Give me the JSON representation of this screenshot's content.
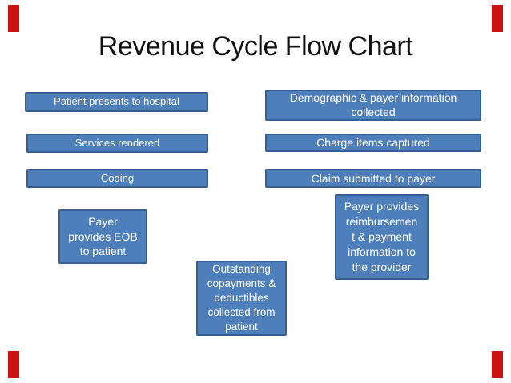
{
  "slide": {
    "title": "Revenue Cycle Flow Chart"
  },
  "theme": {
    "accent_red": "#cb1212",
    "box_fill": "#4e7fba",
    "box_border": "#365f91",
    "box_text": "#ffffff",
    "title_color": "#111111",
    "slide_bg": "#ffffff"
  },
  "decorations": {
    "corner_bars": [
      "top-left",
      "top-right",
      "bottom-left",
      "bottom-right"
    ]
  },
  "boxes": {
    "patient_presents": {
      "text": "Patient presents to hospital"
    },
    "services_rendered": {
      "text": "Services rendered"
    },
    "coding": {
      "text": "Coding"
    },
    "payer_eob": {
      "text": "Payer\nprovides EOB\nto patient"
    },
    "demographic": {
      "text": "Demographic & payer information\ncollected"
    },
    "charge_items": {
      "text": "Charge items captured"
    },
    "claim_submitted": {
      "text": "Claim submitted to payer"
    },
    "payer_reimbursement": {
      "text": "Payer provides\nreimbursemen\nt & payment\ninformation to\nthe provider"
    },
    "outstanding": {
      "text": "Outstanding\ncopayments &\ndeductibles\ncollected from\npatient"
    }
  }
}
